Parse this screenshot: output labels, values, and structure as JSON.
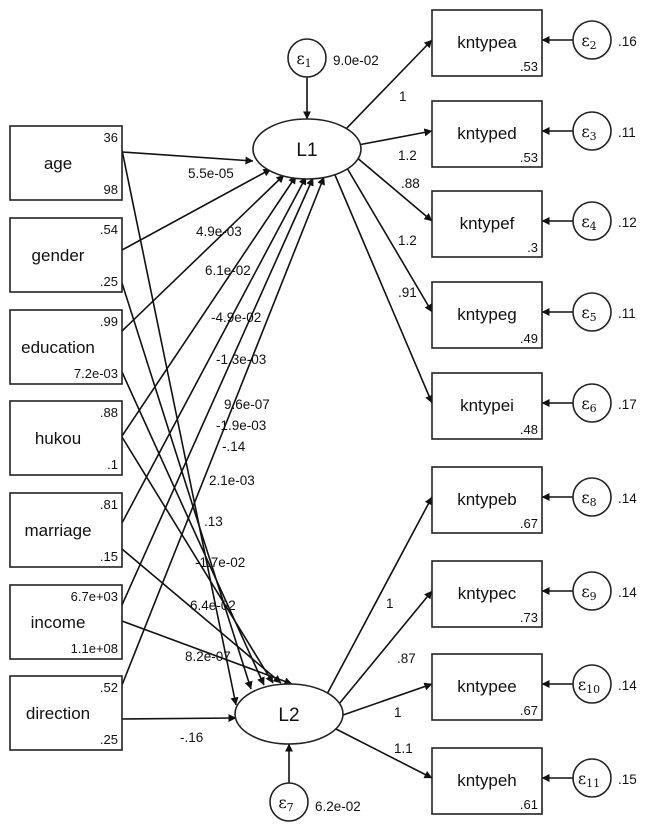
{
  "latents": [
    {
      "id": "L1",
      "label": "L1",
      "error": {
        "label": "ε",
        "sub": "1",
        "value": "9.0e-02"
      }
    },
    {
      "id": "L2",
      "label": "L2",
      "error": {
        "label": "ε",
        "sub": "7",
        "value": "6.2e-02"
      }
    }
  ],
  "predictors": [
    {
      "id": "age",
      "label": "age",
      "top": "36",
      "bottom": "98"
    },
    {
      "id": "gender",
      "label": "gender",
      "top": ".54",
      "bottom": ".25"
    },
    {
      "id": "education",
      "label": "education",
      "top": ".99",
      "bottom": "7.2e-03"
    },
    {
      "id": "hukou",
      "label": "hukou",
      "top": ".88",
      "bottom": ".1"
    },
    {
      "id": "marriage",
      "label": "marriage",
      "top": ".81",
      "bottom": ".15"
    },
    {
      "id": "income",
      "label": "income",
      "top": "6.7e+03",
      "bottom": "1.1e+08"
    },
    {
      "id": "direction",
      "label": "direction",
      "top": ".52",
      "bottom": ".25"
    }
  ],
  "indicators": [
    {
      "id": "kntypea",
      "label": "kntypea",
      "value": ".53",
      "latent": "L1",
      "loading": "1",
      "error": {
        "label": "ε",
        "sub": "2",
        "value": ".16"
      }
    },
    {
      "id": "kntyped",
      "label": "kntyped",
      "value": ".53",
      "latent": "L1",
      "loading": "1.2",
      "error": {
        "label": "ε",
        "sub": "3",
        "value": ".11"
      }
    },
    {
      "id": "kntypef",
      "label": "kntypef",
      "value": ".3",
      "latent": "L1",
      "loading": ".88",
      "error": {
        "label": "ε",
        "sub": "4",
        "value": ".12"
      }
    },
    {
      "id": "kntypeg",
      "label": "kntypeg",
      "value": ".49",
      "latent": "L1",
      "loading": "1.2",
      "error": {
        "label": "ε",
        "sub": "5",
        "value": ".11"
      }
    },
    {
      "id": "kntypei",
      "label": "kntypei",
      "value": ".48",
      "latent": "L1",
      "loading": ".91",
      "error": {
        "label": "ε",
        "sub": "6",
        "value": ".17"
      }
    },
    {
      "id": "kntypeb",
      "label": "kntypeb",
      "value": ".67",
      "latent": "L2",
      "loading": "1",
      "error": {
        "label": "ε",
        "sub": "8",
        "value": ".14"
      }
    },
    {
      "id": "kntypec",
      "label": "kntypec",
      "value": ".73",
      "latent": "L2",
      "loading": ".87",
      "error": {
        "label": "ε",
        "sub": "9",
        "value": ".14"
      }
    },
    {
      "id": "kntypee",
      "label": "kntypee",
      "value": ".67",
      "latent": "L2",
      "loading": "1",
      "error": {
        "label": "ε",
        "sub": "10",
        "value": ".14"
      }
    },
    {
      "id": "kntypeh",
      "label": "kntypeh",
      "value": ".61",
      "latent": "L2",
      "loading": "1.1",
      "error": {
        "label": "ε",
        "sub": "11",
        "value": ".15"
      }
    }
  ],
  "paths": [
    {
      "from": "age",
      "to": "L1",
      "coef": "5.5e-05"
    },
    {
      "from": "gender",
      "to": "L1",
      "coef": "4.9e-03"
    },
    {
      "from": "education",
      "to": "L1",
      "coef": "6.1e-02"
    },
    {
      "from": "hukou",
      "to": "L1",
      "coef": "-4.9e-02"
    },
    {
      "from": "marriage",
      "to": "L1",
      "coef": "-1.3e-03"
    },
    {
      "from": "income",
      "to": "L1",
      "coef": "9.6e-07"
    },
    {
      "from": "direction",
      "to": "L1",
      "coef": "-1.9e-03"
    },
    {
      "from": "age",
      "to": "L2",
      "coef": "-.14"
    },
    {
      "from": "gender",
      "to": "L2",
      "coef": "2.1e-03"
    },
    {
      "from": "education",
      "to": "L2",
      "coef": ".13"
    },
    {
      "from": "hukou",
      "to": "L2",
      "coef": "-1.7e-02"
    },
    {
      "from": "marriage",
      "to": "L2",
      "coef": "6.4e-02"
    },
    {
      "from": "income",
      "to": "L2",
      "coef": "8.2e-07"
    },
    {
      "from": "direction",
      "to": "L2",
      "coef": "-.16"
    }
  ]
}
